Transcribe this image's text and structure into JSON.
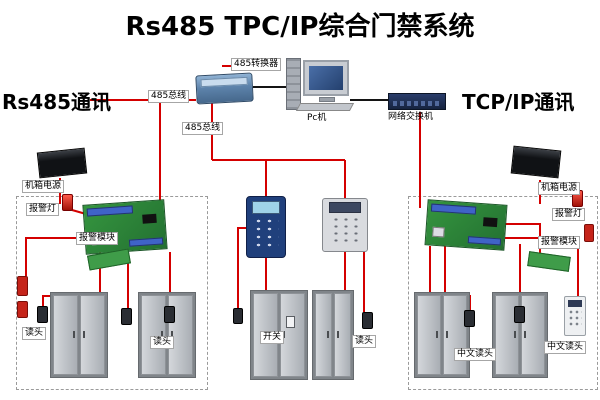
{
  "title": "Rs485 TPC/IP综合门禁系统",
  "backbone": {
    "left_comm": "Rs485通讯",
    "right_comm": "TCP/IP通讯",
    "converter_label": "485转换器",
    "bus_label_top": "485总线",
    "bus_label_mid": "485总线",
    "pc_label": "Pc机",
    "switch_label": "网络交换机"
  },
  "left_group": {
    "power_label": "机箱电源",
    "alarm_light_label": "报警灯",
    "alarm_module_label": "报警模块",
    "reader_label_a": "读头",
    "reader_label_b": "读头"
  },
  "middle_group": {
    "exit_switch_label": "开关",
    "reader_label": "读头"
  },
  "right_group": {
    "power_label": "机箱电源",
    "alarm_light_label": "报警灯",
    "alarm_module_label": "报警模块",
    "reader_label_a": "中文读头",
    "reader_label_b": "中文读头"
  },
  "colors": {
    "wire_red": "#d40000",
    "wire_black": "#141414",
    "pcb_green": "#2e8b3a",
    "door_gray": "#b9bdc3",
    "title_color": "#000000"
  }
}
